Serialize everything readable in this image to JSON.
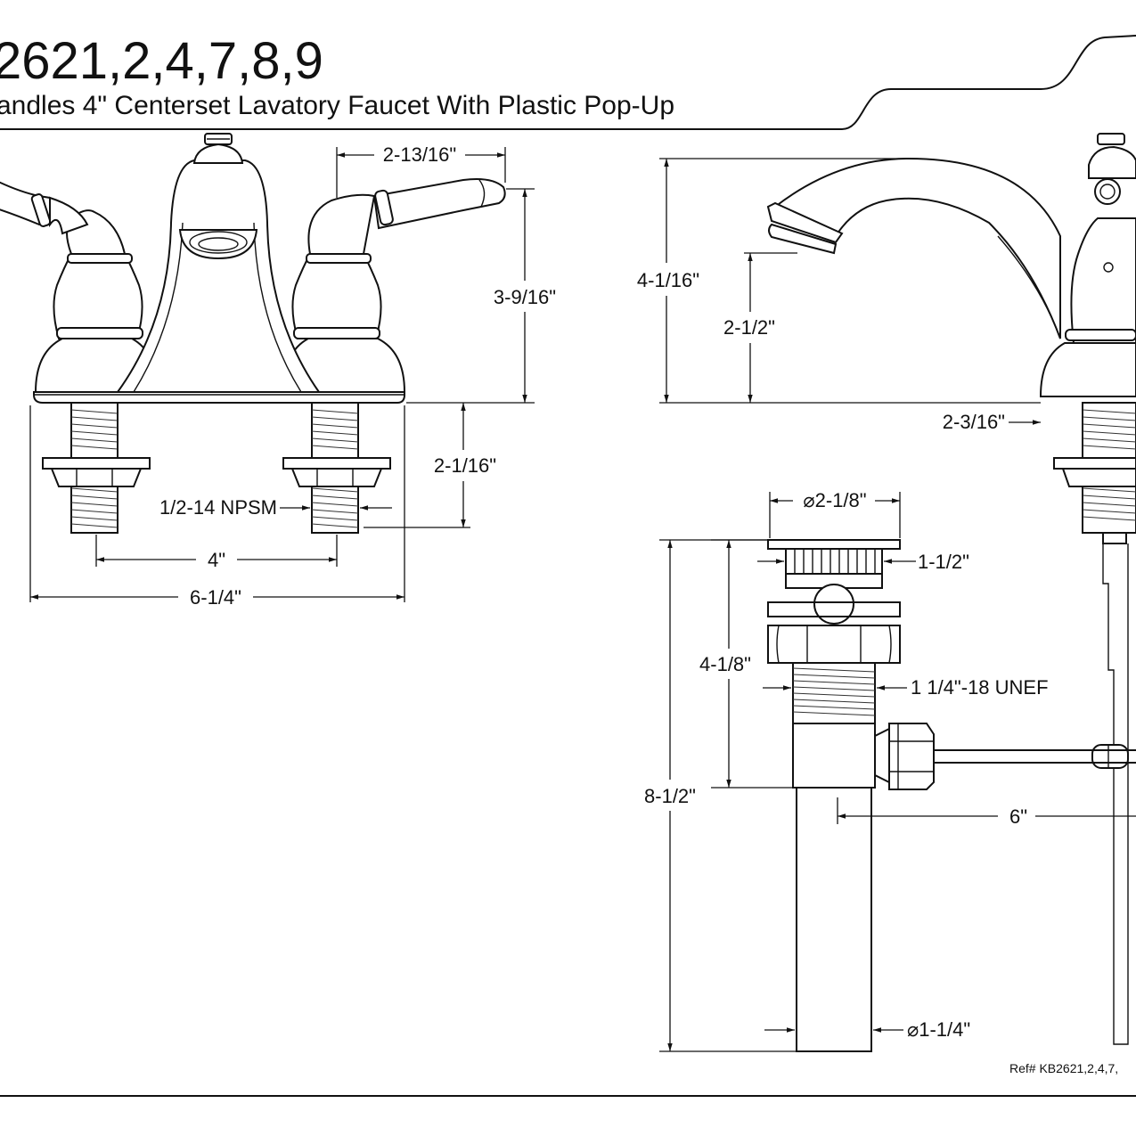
{
  "header": {
    "title": "2621,2,4,7,8,9",
    "subtitle": "andles 4\" Centerset Lavatory Faucet With Plastic Pop-Up"
  },
  "front_view": {
    "handle_spread": "2-13/16\"",
    "height": "3-9/16\"",
    "shank_length": "2-1/16\"",
    "thread_spec": "1/2-14 NPSM",
    "center_spacing": "4\"",
    "base_width": "6-1/4\""
  },
  "side_view": {
    "overall_height": "4-1/16\"",
    "spout_clearance": "2-1/2\"",
    "spout_reach": "2-3/16\""
  },
  "drain": {
    "flange_diameter": "⌀2-1/8\"",
    "cap_height": "1-1/2\"",
    "body_length": "4-1/8\"",
    "thread_spec": "1 1/4\"-18 UNEF",
    "overall_length": "8-1/2\"",
    "rod_length": "6\"",
    "tailpiece_diameter": "⌀1-1/4\""
  },
  "footer": {
    "ref": "Ref# KB2621,2,4,7,"
  }
}
